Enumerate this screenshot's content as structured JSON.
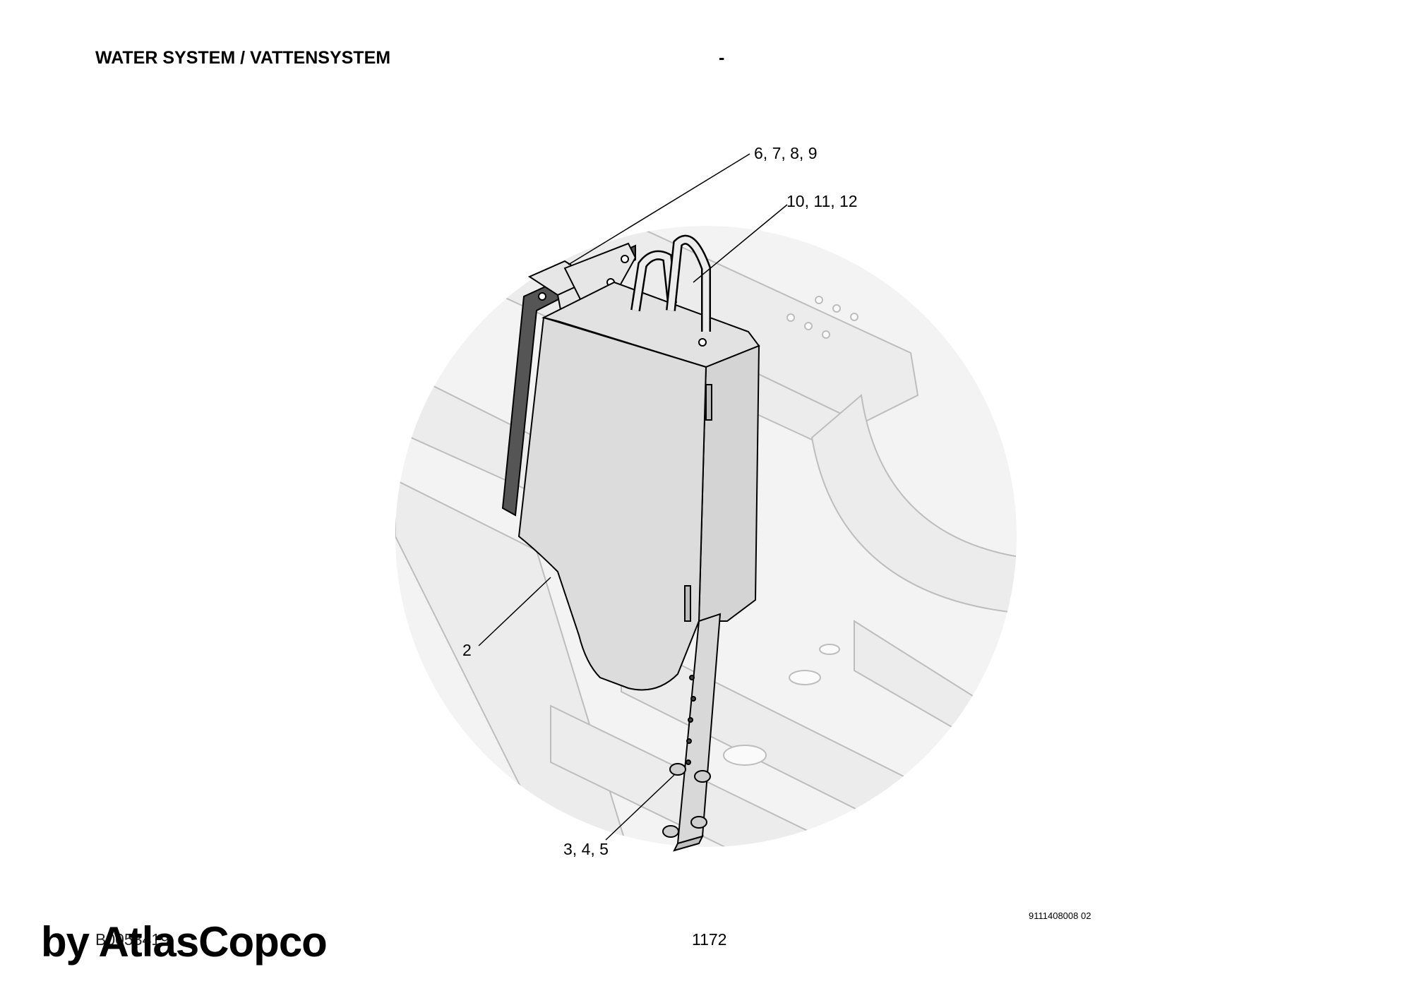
{
  "header": {
    "title": "WATER SYSTEM / VATTENSYSTEM",
    "separator": "-"
  },
  "callouts": {
    "c1": "6, 7, 8, 9",
    "c2": "10, 11, 12",
    "c3": "2",
    "c4": "3, 4, 5"
  },
  "footer": {
    "doc_number": "9111408008 02",
    "page_number": "1172",
    "ref_code": "B0053419",
    "watermark": "by AtlasCopco"
  },
  "colors": {
    "background_frame": "#ebebeb",
    "frame_stroke": "#bdbdbd",
    "tank_fill": "#dcdcdc",
    "gasket_fill": "#555555",
    "line": "#000000"
  }
}
